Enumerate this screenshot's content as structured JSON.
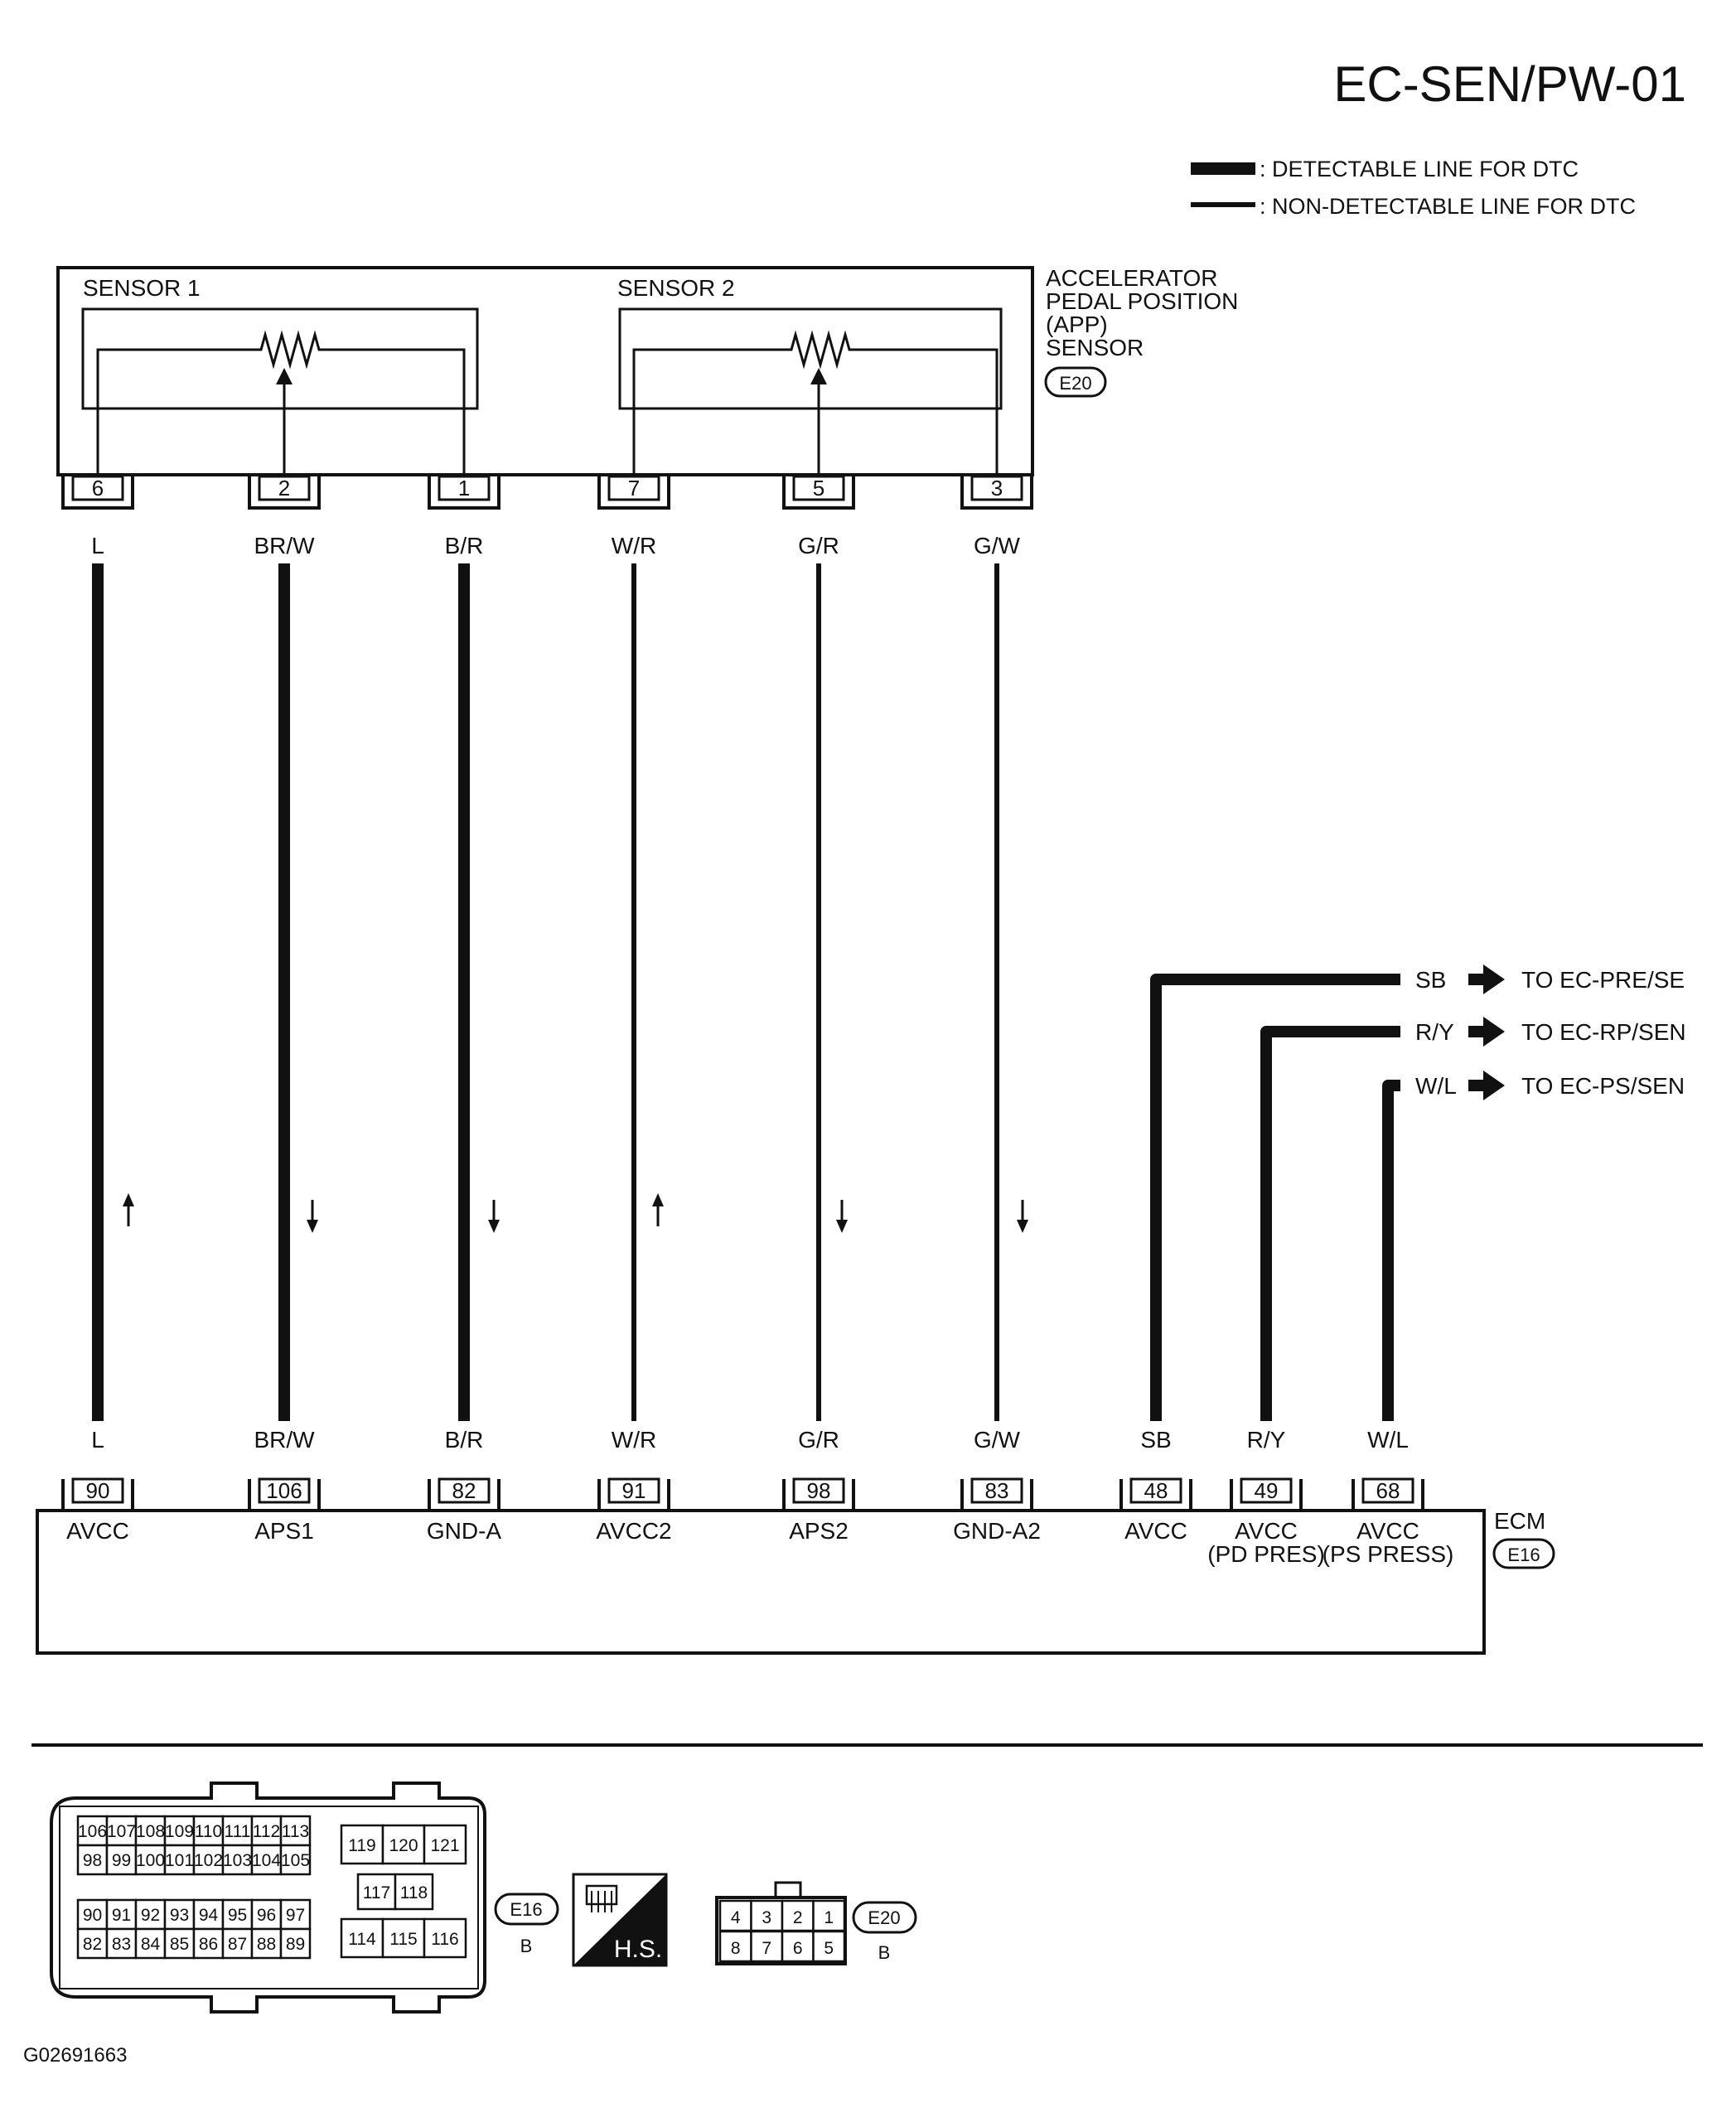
{
  "header": {
    "title": "EC-SEN/PW-01"
  },
  "legend": {
    "detectable": ": DETECTABLE LINE FOR DTC",
    "non_detectable": ": NON-DETECTABLE LINE FOR DTC"
  },
  "sensor": {
    "name_lines": [
      "ACCELERATOR",
      "PEDAL POSITION",
      "(APP)",
      "SENSOR"
    ],
    "connector": "E20",
    "sensor1_label": "SENSOR 1",
    "sensor2_label": "SENSOR 2"
  },
  "ecm": {
    "name": "ECM",
    "connector": "E16"
  },
  "wires": [
    {
      "sensor_pin": "6",
      "color": "L",
      "ecm_pin": "90",
      "ecm_label": "AVCC",
      "arrow": "up"
    },
    {
      "sensor_pin": "2",
      "color": "BR/W",
      "ecm_pin": "106",
      "ecm_label": "APS1",
      "arrow": "down"
    },
    {
      "sensor_pin": "1",
      "color": "B/R",
      "ecm_pin": "82",
      "ecm_label": "GND-A",
      "arrow": "down"
    },
    {
      "sensor_pin": "7",
      "color": "W/R",
      "ecm_pin": "91",
      "ecm_label": "AVCC2",
      "arrow": "up"
    },
    {
      "sensor_pin": "5",
      "color": "G/R",
      "ecm_pin": "98",
      "ecm_label": "APS2",
      "arrow": "down"
    },
    {
      "sensor_pin": "3",
      "color": "G/W",
      "ecm_pin": "83",
      "ecm_label": "GND-A2",
      "arrow": "down"
    }
  ],
  "branches": [
    {
      "ecm_pin": "48",
      "color": "SB",
      "ecm_label": "AVCC",
      "ecm_sublabel": "",
      "dest": "TO EC-PRE/SE"
    },
    {
      "ecm_pin": "49",
      "color": "R/Y",
      "ecm_label": "AVCC",
      "ecm_sublabel": "(PD PRES)",
      "dest": "TO EC-RP/SEN"
    },
    {
      "ecm_pin": "68",
      "color": "W/L",
      "ecm_label": "AVCC",
      "ecm_sublabel": "(PS PRESS)",
      "dest": "TO EC-PS/SEN"
    }
  ],
  "connector_views": {
    "e16": {
      "label": "E16",
      "color": "B",
      "left_block_rows": [
        [
          "106",
          "107",
          "108",
          "109",
          "110",
          "111",
          "112",
          "113"
        ],
        [
          "98",
          "99",
          "100",
          "101",
          "102",
          "103",
          "104",
          "105"
        ],
        [
          "90",
          "91",
          "92",
          "93",
          "94",
          "95",
          "96",
          "97"
        ],
        [
          "82",
          "83",
          "84",
          "85",
          "86",
          "87",
          "88",
          "89"
        ]
      ],
      "right_block": {
        "top": [
          "119",
          "120",
          "121"
        ],
        "middle": [
          "117",
          "118"
        ],
        "bottom": [
          "114",
          "115",
          "116"
        ]
      }
    },
    "hs": {
      "label": "H.S."
    },
    "e20": {
      "label": "E20",
      "color": "B",
      "rows": [
        [
          "4",
          "3",
          "2",
          "1"
        ],
        [
          "8",
          "7",
          "6",
          "5"
        ]
      ]
    }
  },
  "footer": {
    "code": "G02691663"
  }
}
